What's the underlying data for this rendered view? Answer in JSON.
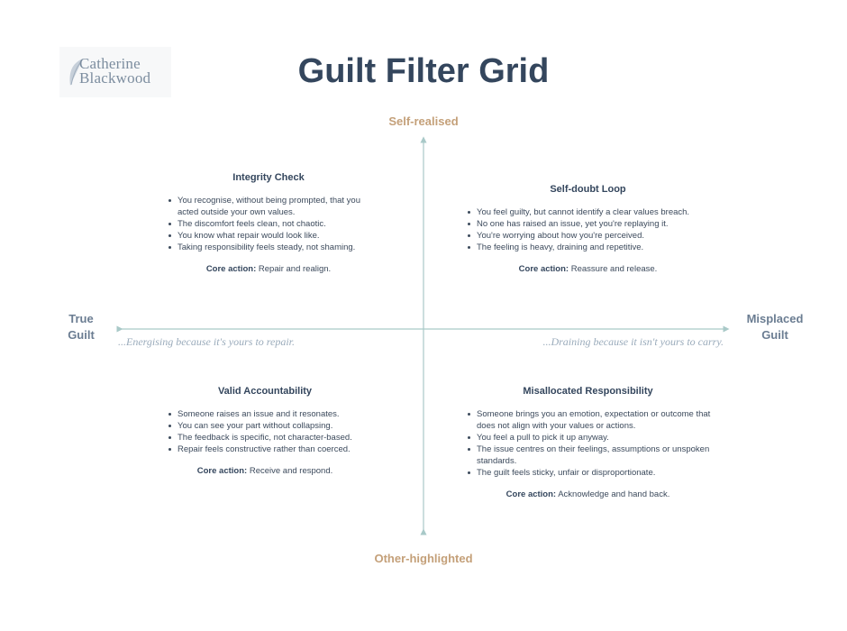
{
  "logo": {
    "line1": "Catherine",
    "line2": "Blackwood",
    "icon": "feather-icon"
  },
  "title": "Guilt Filter Grid",
  "axes": {
    "top": "Self-realised",
    "bottom": "Other-highlighted",
    "left_line1": "True",
    "left_line2": "Guilt",
    "right_line1": "Misplaced",
    "right_line2": "Guilt",
    "left_tagline": "...Energising because it's yours to repair.",
    "right_tagline": "...Draining because it isn't yours to carry."
  },
  "quadrants": {
    "top_left": {
      "title": "Integrity Check",
      "items": [
        "You recognise, without being prompted, that you acted outside your own values.",
        "The discomfort feels clean, not chaotic.",
        "You know what repair would look like.",
        "Taking responsibility feels steady, not shaming."
      ],
      "core_label": "Core action:",
      "core_text": "Repair and realign."
    },
    "top_right": {
      "title": "Self-doubt Loop",
      "items": [
        "You feel guilty, but cannot identify a clear values breach.",
        "No one has raised an issue, yet you're replaying it.",
        "You're worrying about how you're perceived.",
        "The feeling is heavy, draining and repetitive."
      ],
      "core_label": "Core action:",
      "core_text": "Reassure and release."
    },
    "bottom_left": {
      "title": "Valid Accountability",
      "items": [
        "Someone raises an issue and it resonates.",
        "You can see your part without collapsing.",
        "The feedback is specific, not character-based.",
        "Repair feels constructive rather than coerced."
      ],
      "core_label": "Core action:",
      "core_text": "Receive and respond."
    },
    "bottom_right": {
      "title": "Misallocated Responsibility",
      "items": [
        "Someone brings you an emotion, expectation or outcome that does not align with your values or actions.",
        "You feel a pull to pick it up anyway.",
        "The issue centres on their feelings, assumptions or unspoken standards.",
        "The guilt feels sticky, unfair or disproportionate."
      ],
      "core_label": "Core action:",
      "core_text": "Acknowledge and hand back."
    }
  },
  "colors": {
    "title": "#34465d",
    "vertical_axis_label": "#c4a079",
    "horizontal_axis_label": "#6b7d92",
    "axis_line": "#a9c9c8",
    "tagline": "#9aabbb"
  }
}
